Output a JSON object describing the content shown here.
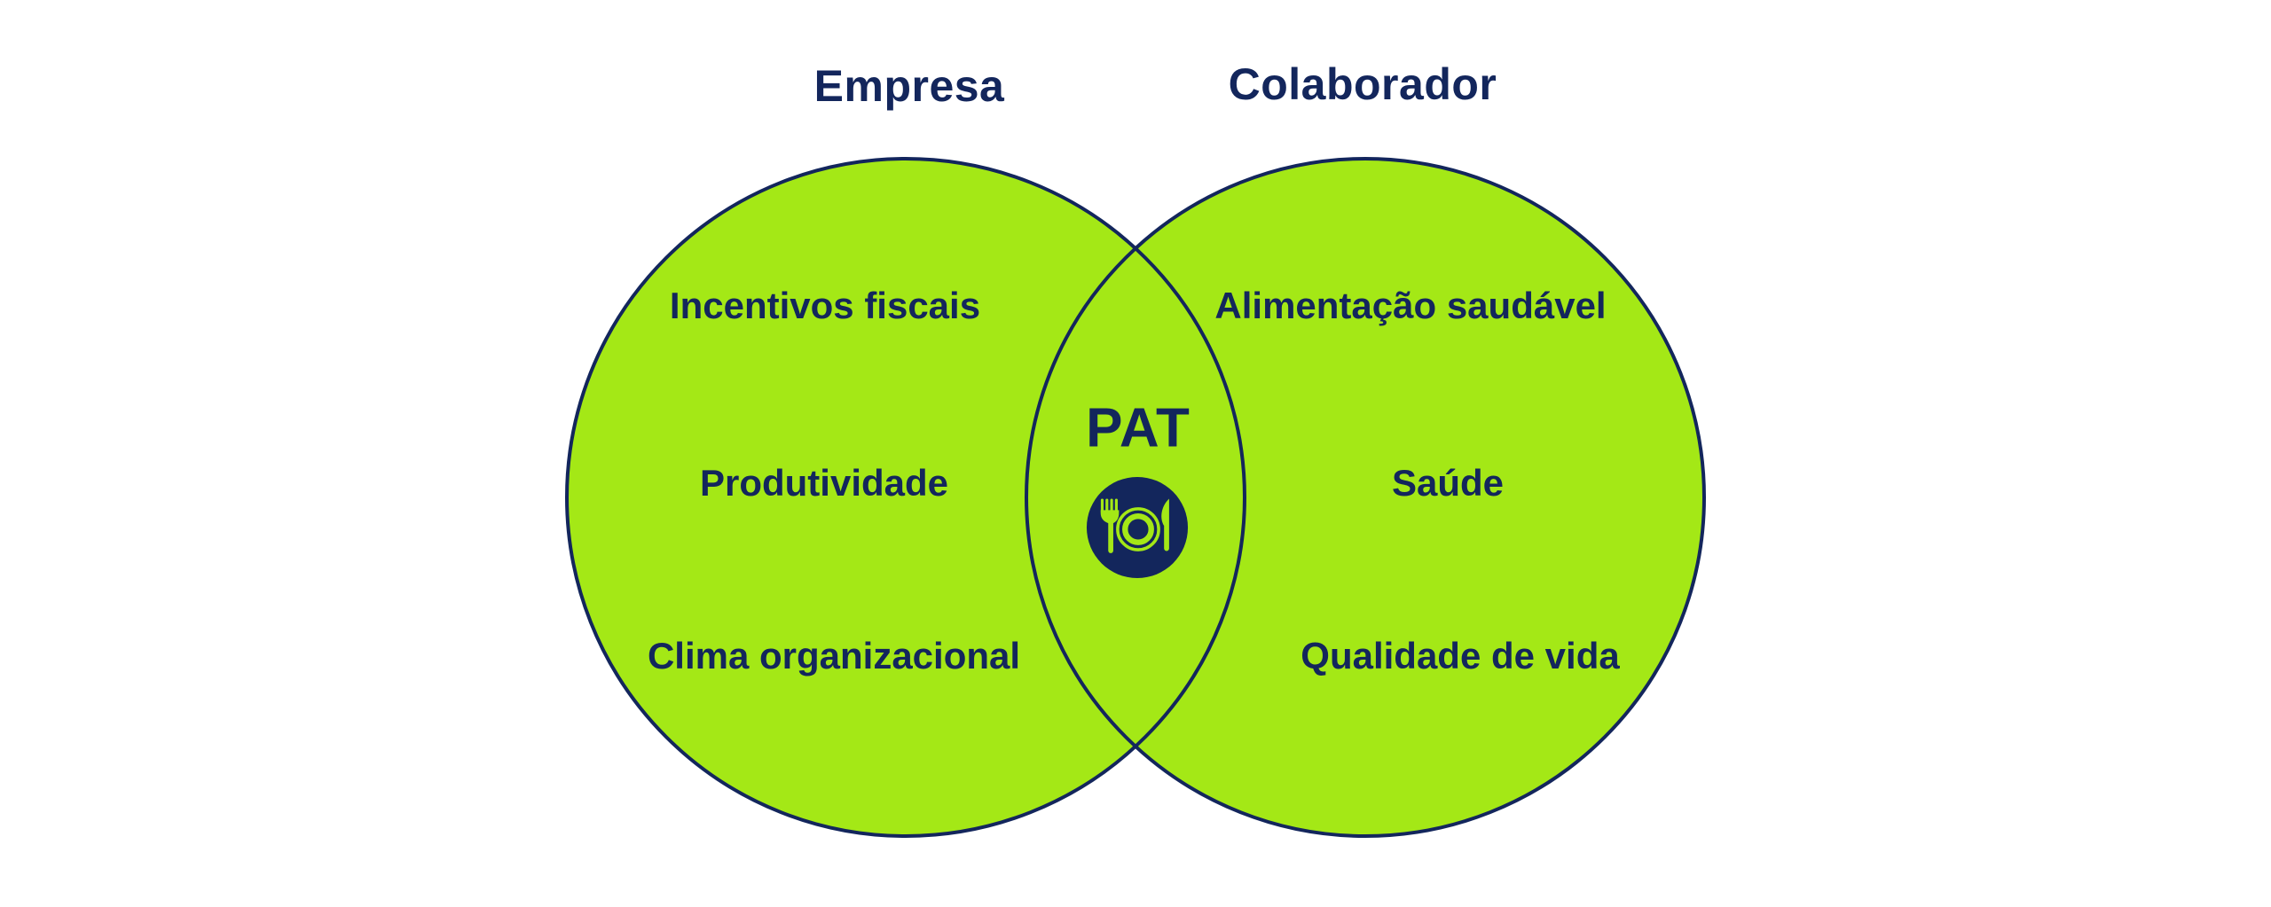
{
  "diagram": {
    "type": "venn",
    "left_circle": {
      "title": "Empresa",
      "items": [
        "Incentivos fiscais",
        "Produtividade",
        "Clima organizacional"
      ]
    },
    "right_circle": {
      "title": "Colaborador",
      "items": [
        "Alimentação saudável",
        "Saúde",
        "Qualidade de vida"
      ]
    },
    "intersection": {
      "label": "PAT",
      "icon": "meal-plate-icon"
    },
    "colors": {
      "circle_fill": "#A4E816",
      "outline": "#13265C",
      "text": "#13265C",
      "icon_background": "#13265C",
      "background": "#FFFFFF"
    }
  }
}
